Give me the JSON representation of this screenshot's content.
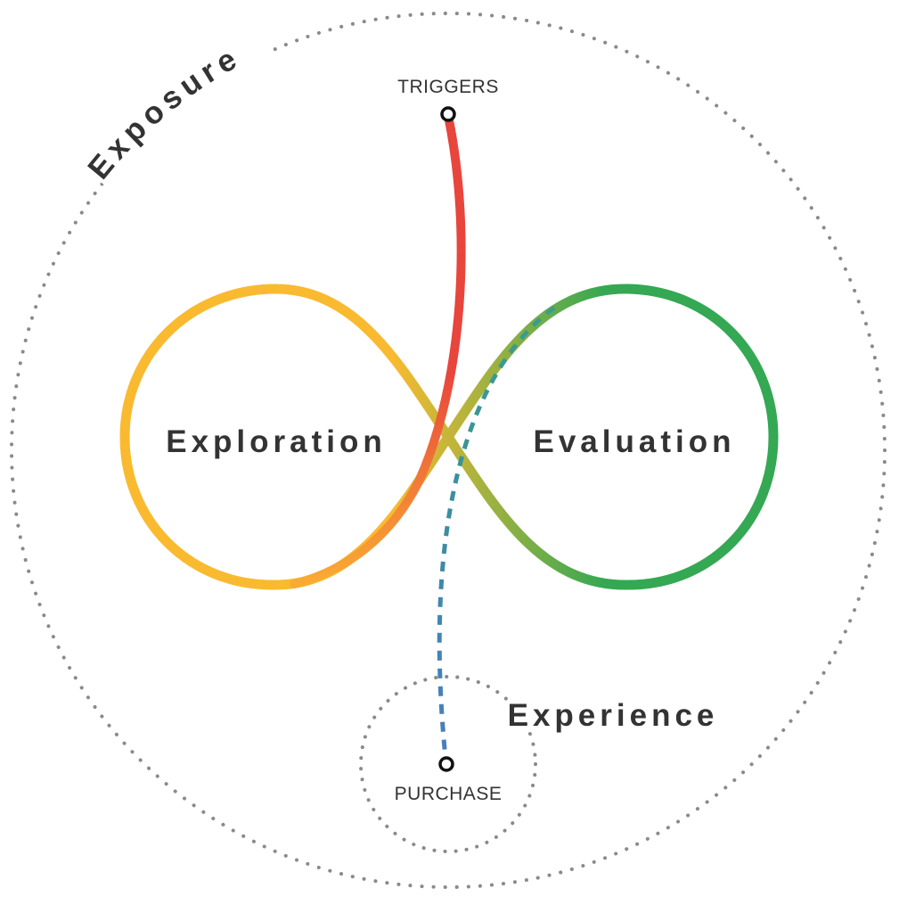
{
  "labels": {
    "exposure": "Exposure",
    "exploration": "Exploration",
    "evaluation": "Evaluation",
    "experience": "Experience",
    "triggers": "TRIGGERS",
    "purchase": "PURCHASE"
  },
  "colors": {
    "text": "#333333",
    "dots": "#8a8a8a",
    "exploration_loop": "#F9BA30",
    "evaluation_loop": "#34A853",
    "trigger_path_start": "#E8453C",
    "trigger_path_end": "#F9BA30",
    "purchase_path_top": "#3A9E8A",
    "purchase_path_bottom": "#4A7CC2"
  }
}
